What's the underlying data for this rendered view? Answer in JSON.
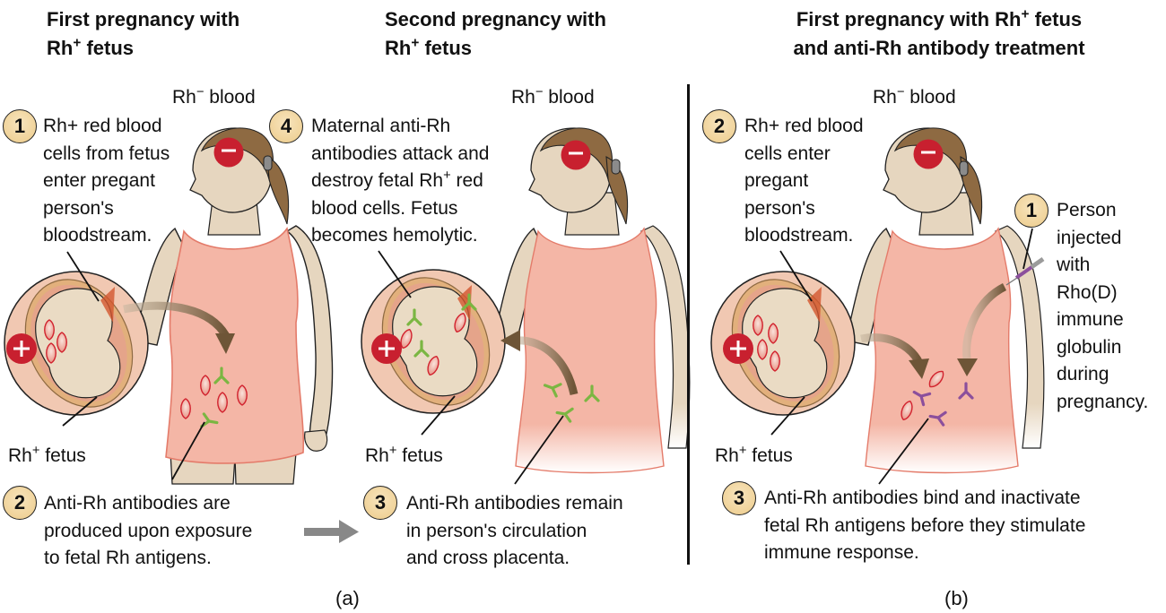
{
  "panels": [
    {
      "id": "a-first",
      "title_line1": "First pregnancy with",
      "title_line2_prefix": "Rh",
      "title_line2_sup": "+",
      "title_line2_suffix": " fetus",
      "blood_label_prefix": "Rh",
      "blood_label_sup": "−",
      "blood_label_suffix": " blood",
      "fetus_label_prefix": "Rh",
      "fetus_label_sup": "+",
      "fetus_label_suffix": " fetus",
      "steps": [
        {
          "number": "1",
          "text": "Rh+ red blood cells from fetus enter pregant person's bloodstream.",
          "lines": [
            "Rh+ red blood",
            "cells from fetus",
            "enter pregant",
            "person's",
            "bloodstream."
          ]
        },
        {
          "number": "2",
          "text": "Anti-Rh antibodies are produced upon exposure to fetal Rh antigens.",
          "lines": [
            "Anti-Rh antibodies are",
            "produced upon exposure",
            "to fetal Rh antigens."
          ]
        }
      ]
    },
    {
      "id": "a-second",
      "title_line1": "Second pregnancy with",
      "title_line2_prefix": "Rh",
      "title_line2_sup": "+",
      "title_line2_suffix": " fetus",
      "blood_label_prefix": "Rh",
      "blood_label_sup": "−",
      "blood_label_suffix": " blood",
      "fetus_label_prefix": "Rh",
      "fetus_label_sup": "+",
      "fetus_label_suffix": " fetus",
      "steps": [
        {
          "number": "4",
          "text": "Maternal anti-Rh antibodies attack and destroy fetal Rh+ red blood cells. Fetus becomes hemolytic.",
          "lines": [
            "Maternal anti-Rh",
            "antibodies attack and",
            "destroy fetal Rh",
            "blood cells. Fetus",
            "becomes hemolytic."
          ],
          "line3_sup": "+",
          "line3_suffix": " red"
        },
        {
          "number": "3",
          "text": "Anti-Rh antibodies remain in person's circulation and cross placenta.",
          "lines": [
            "Anti-Rh antibodies remain",
            "in person's circulation",
            "and cross placenta."
          ]
        }
      ]
    },
    {
      "id": "b-treatment",
      "title_line1_prefix": "First pregnancy with Rh",
      "title_line1_sup": "+",
      "title_line1_suffix": " fetus",
      "title_line2": "and anti-Rh antibody treatment",
      "blood_label_prefix": "Rh",
      "blood_label_sup": "−",
      "blood_label_suffix": " blood",
      "fetus_label_prefix": "Rh",
      "fetus_label_sup": "+",
      "fetus_label_suffix": " fetus",
      "steps": [
        {
          "number": "1",
          "text": "Person injected with Rho(D) immune globulin during pregnancy.",
          "lines": [
            "Person",
            "injected",
            "with",
            "Rho(D)",
            "immune",
            "globulin",
            "during",
            "pregnancy."
          ]
        },
        {
          "number": "2",
          "text": "Rh+ red blood cells enter pregant person's bloodstream.",
          "lines": [
            "Rh+ red blood",
            "cells enter",
            "pregant",
            "person's",
            "bloodstream."
          ]
        },
        {
          "number": "3",
          "text": "Anti-Rh antibodies bind and inactivate fetal Rh antigens before they stimulate immune response.",
          "lines": [
            "Anti-Rh antibodies bind and inactivate",
            "fetal Rh antigens before they stimulate",
            "immune response."
          ]
        }
      ]
    }
  ],
  "captions": {
    "a": "(a)",
    "b": "(b)"
  },
  "icons": {
    "minus_symbol": "−",
    "plus_symbol": "+"
  },
  "colors": {
    "badge_fill": "#f0d39a",
    "rh_marker_red": "#c8202f",
    "dress_pink": "#f4b6a6",
    "skin": "#e6d6bf",
    "hair": "#8e6a42",
    "antibody_green": "#7bb642",
    "antibody_purple": "#8b4f9c",
    "arrow_brown": "#6e5537",
    "transition_arrow_gray": "#888888"
  }
}
